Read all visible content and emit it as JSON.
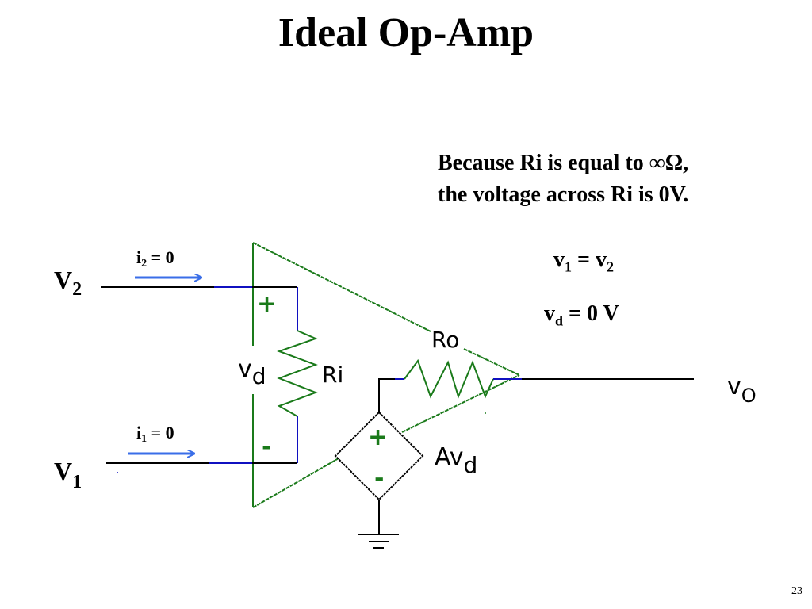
{
  "slide": {
    "title": "Ideal Op-Amp",
    "page_number": "23"
  },
  "explanation": {
    "line1": "Because Ri is equal to ∞Ω,",
    "line2": "the voltage across Ri is 0V."
  },
  "equations": {
    "eq1": {
      "lhs": "v",
      "lhs_sub": "1",
      "op": " = ",
      "rhs": "v",
      "rhs_sub": "2"
    },
    "eq2": {
      "lhs": "v",
      "lhs_sub": "d",
      "rhs": " = 0 V"
    }
  },
  "circuit": {
    "input_v2": {
      "main": "V",
      "sub": "2"
    },
    "input_v1": {
      "main": "V",
      "sub": "1"
    },
    "current_i2": {
      "main": "i",
      "sub": "2",
      "rest": " = 0"
    },
    "current_i1": {
      "main": "i",
      "sub": "1",
      "rest": " = 0"
    },
    "plus_sign": "+",
    "minus_sign": "-",
    "vd_label": {
      "main": "v",
      "sub": "d"
    },
    "ri_label": "Ri",
    "ro_label": "Ro",
    "source_label": {
      "main": "Av",
      "sub": "d"
    },
    "source_plus": "+",
    "source_minus": "-",
    "output_label": {
      "main": "v",
      "sub": "O"
    },
    "colors": {
      "opamp": "#1a7a1a",
      "wire": "#000000",
      "terminal_wire": "#1010c0",
      "arrow": "#3a6ee8",
      "polarity": "#1a7a1a"
    }
  }
}
